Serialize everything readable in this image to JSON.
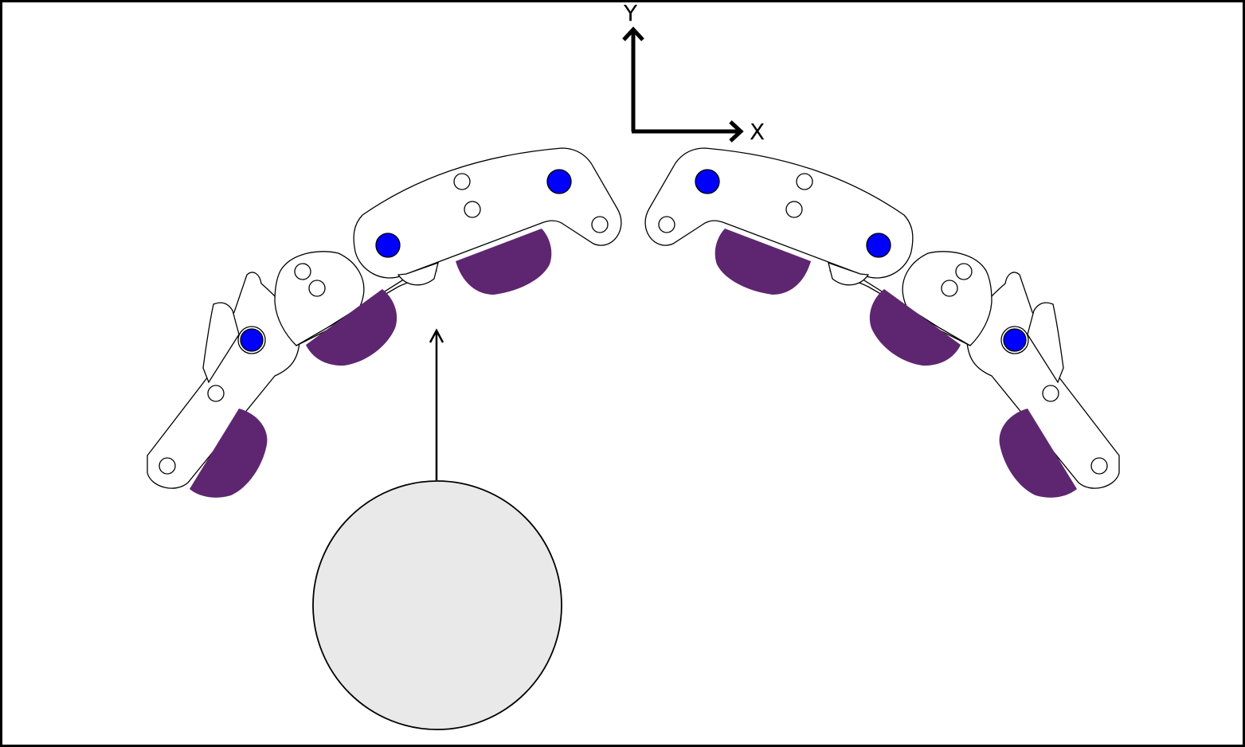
{
  "axes": {
    "x_label": "X",
    "y_label": "Y"
  },
  "colors": {
    "joint": "#0000ff",
    "pad": "#5e2670",
    "object_fill": "#e9e9e9",
    "stroke": "#000000",
    "background": "#ffffff"
  },
  "gripper": {
    "fingers": [
      "left",
      "right"
    ],
    "links_per_finger": 3
  }
}
